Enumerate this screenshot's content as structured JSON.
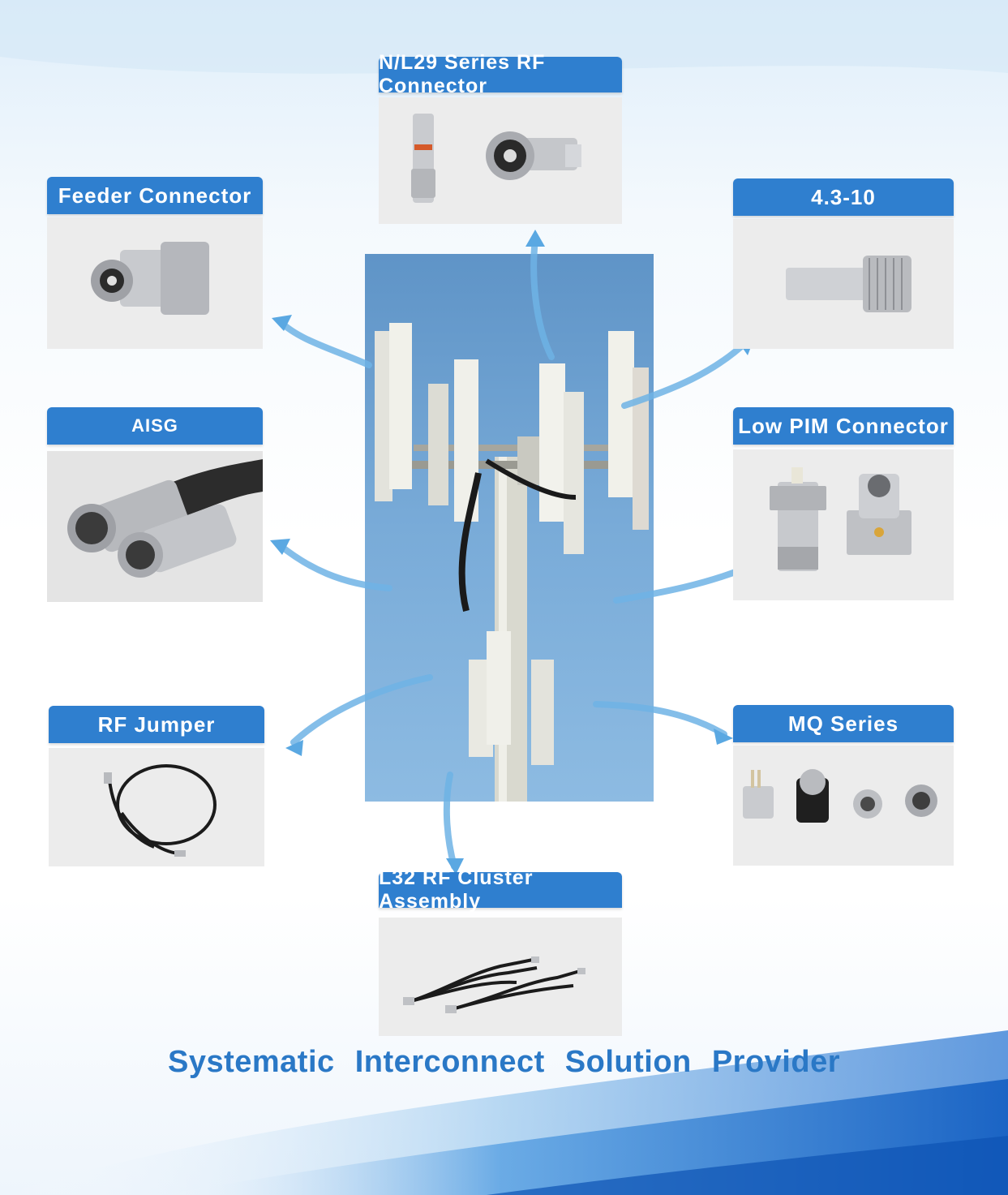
{
  "cards": {
    "nl29": "N/L29 Series RF Connector",
    "feeder": "Feeder  Connector",
    "c4310": "4.3-10",
    "aisg": "AISG",
    "lowpim": "Low PIM Connector",
    "rfjumper": "RF Jumper",
    "mq": "MQ Series",
    "l32": "L32 RF Cluster Assembly"
  },
  "tagline": "Systematic  Interconnect  Solution  Provider",
  "colors": {
    "header_blue": "#2f7fcf",
    "tagline_blue": "#2a78c6",
    "card_body": "#ececec",
    "sky": "#79abd8"
  }
}
